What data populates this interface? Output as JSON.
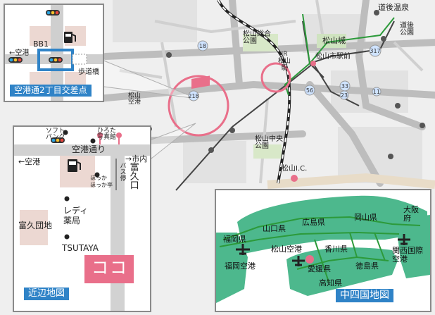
{
  "main_map": {
    "labels": {
      "dogo_onsen": "道後温泉",
      "dogo_park": "道後\n公園",
      "matsuyama_sogo_park": "松山総合\n公園",
      "matsuyama_castle": "松山城",
      "matsuyama_city_station": "松山市駅前",
      "jr_matsuyama": "JR\n松山\n駅",
      "matsuyama_airport": "松山\n空港",
      "matsuyama_chuo_park": "松山中央\n公園",
      "matsuyama_ic": "松山I.C."
    },
    "route_numbers": [
      "18",
      "218",
      "56",
      "33",
      "23",
      "317",
      "11"
    ]
  },
  "intersection_inset": {
    "label_bb1": "BB1",
    "label_airport": "←空港",
    "label_bridge": "歩道橋",
    "caption": "空港通2丁目交差点"
  },
  "neighborhood_inset": {
    "softbank": "ソフト\nバンク",
    "hirota": "ひろた\n写真館",
    "airport_street": "空港通り",
    "to_airport": "←空港",
    "to_city": "→市内",
    "bus_stop": "バス停",
    "tomikuguchi": "富久口",
    "hotto_motto": "ほっか\nほっか亭",
    "lady": "レディ\n薬局",
    "tomiku_danchi": "富久団地",
    "tsutaya": "TSUTAYA",
    "here": "ココ",
    "caption": "近辺地図"
  },
  "region_inset": {
    "fukuoka_pref": "福岡県",
    "fukuoka_airport": "福岡空港",
    "yamaguchi": "山口県",
    "hiroshima": "広島県",
    "okayama": "岡山県",
    "osaka": "大阪\n府",
    "matsuyama_airport": "松山空港",
    "kagawa": "香川県",
    "kansai_airport": "関西国際\n空港",
    "ehime": "愛媛県",
    "tokushima": "徳島県",
    "kochi": "高知県",
    "caption": "中四国地図"
  },
  "colors": {
    "accent_pink": "#e96f8a",
    "blue": "#2f83c7",
    "land_green": "#4db88d",
    "road_green": "#2c9a3a"
  }
}
